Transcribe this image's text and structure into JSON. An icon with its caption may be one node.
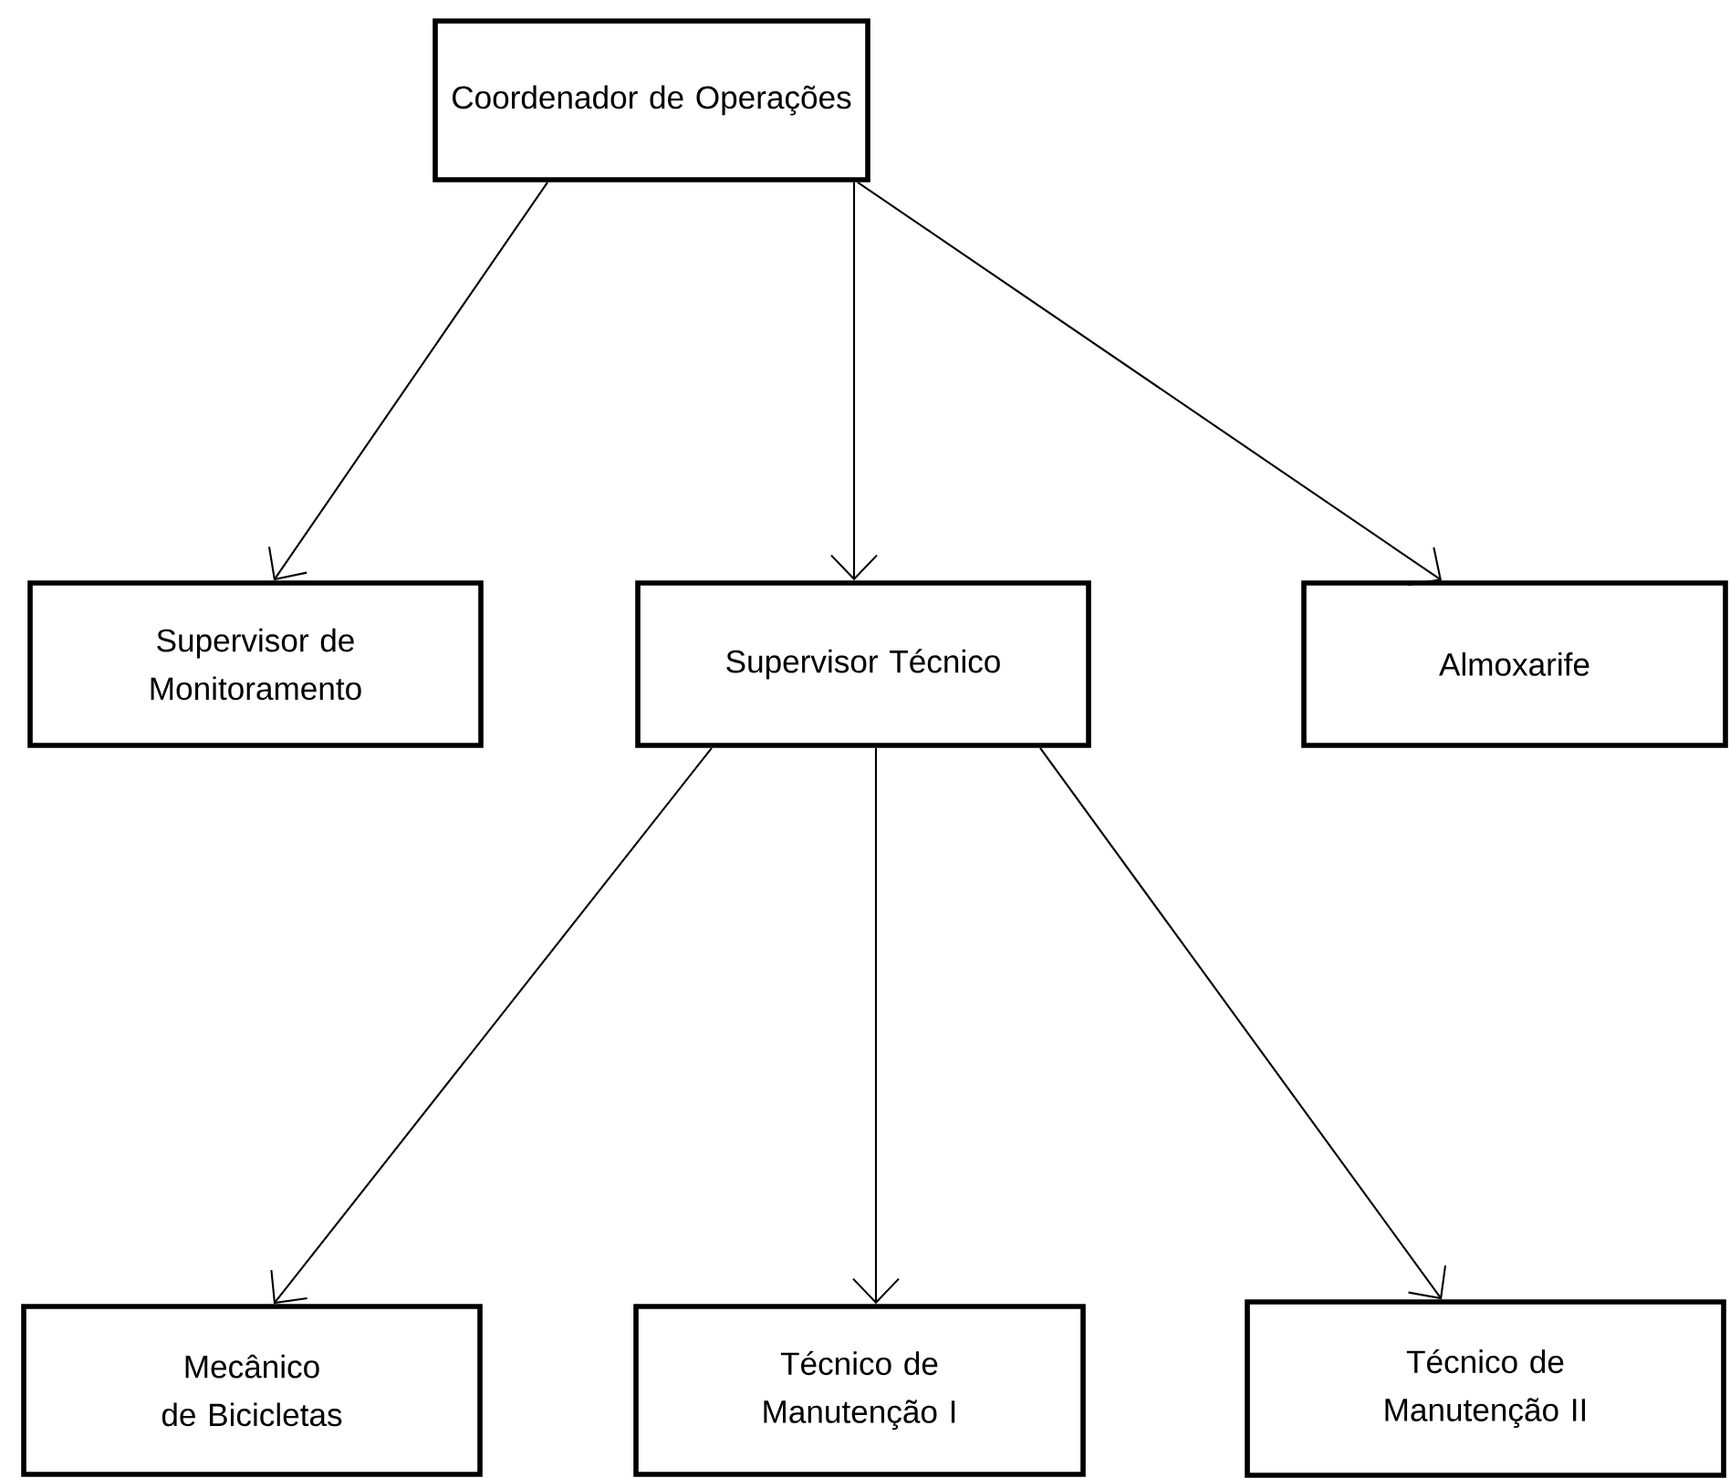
{
  "diagram": {
    "nodes": [
      {
        "text": [
          "Coordenador de Operações"
        ]
      },
      {
        "text": [
          "Supervisor de Monitoramento"
        ]
      },
      {
        "text": [
          "Supervisor Técnico"
        ]
      },
      {
        "text": [
          "Almoxarife"
        ]
      },
      {
        "text": [
          "Mecânico de Bicicletas"
        ]
      },
      {
        "text": [
          "Técnico de Manutenção I"
        ]
      },
      {
        "text": [
          "Técnico de Manutenção II"
        ]
      }
    ],
    "edges": [
      {
        "from": 0,
        "to": 1,
        "arrow": "to"
      },
      {
        "from": 0,
        "to": 2,
        "arrow": "to"
      },
      {
        "from": 0,
        "to": 3,
        "arrow": "to"
      },
      {
        "from": 2,
        "to": 4,
        "arrow": "to"
      },
      {
        "from": 2,
        "to": 5,
        "arrow": "to"
      },
      {
        "from": 2,
        "to": 6,
        "arrow": "to"
      }
    ]
  }
}
